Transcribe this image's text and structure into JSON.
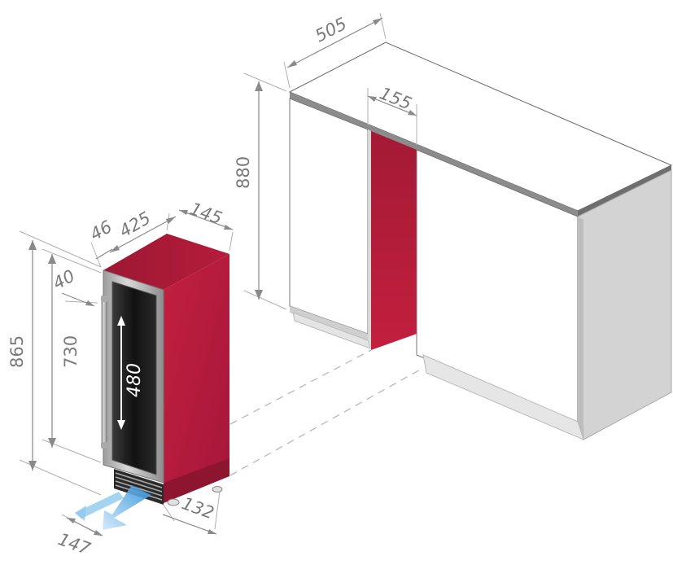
{
  "dimensions": {
    "cabinet_depth": "505",
    "niche_width": "155",
    "cabinet_height": "880",
    "unit_door_offset": "46",
    "unit_depth": "425",
    "unit_width": "145",
    "handle_depth": "40",
    "unit_height": "865",
    "door_height": "730",
    "glass_height": "480",
    "plinth_depth": "132",
    "vent_width": "147"
  },
  "colors": {
    "body_red": "#b2193a",
    "body_red_dark": "#8e1530",
    "cabinet_front": "#ffffff",
    "cabinet_side": "#d4d4d4",
    "airflow": "#4aa8e6",
    "steel": "#b8b8b8",
    "glass": "#151515"
  }
}
